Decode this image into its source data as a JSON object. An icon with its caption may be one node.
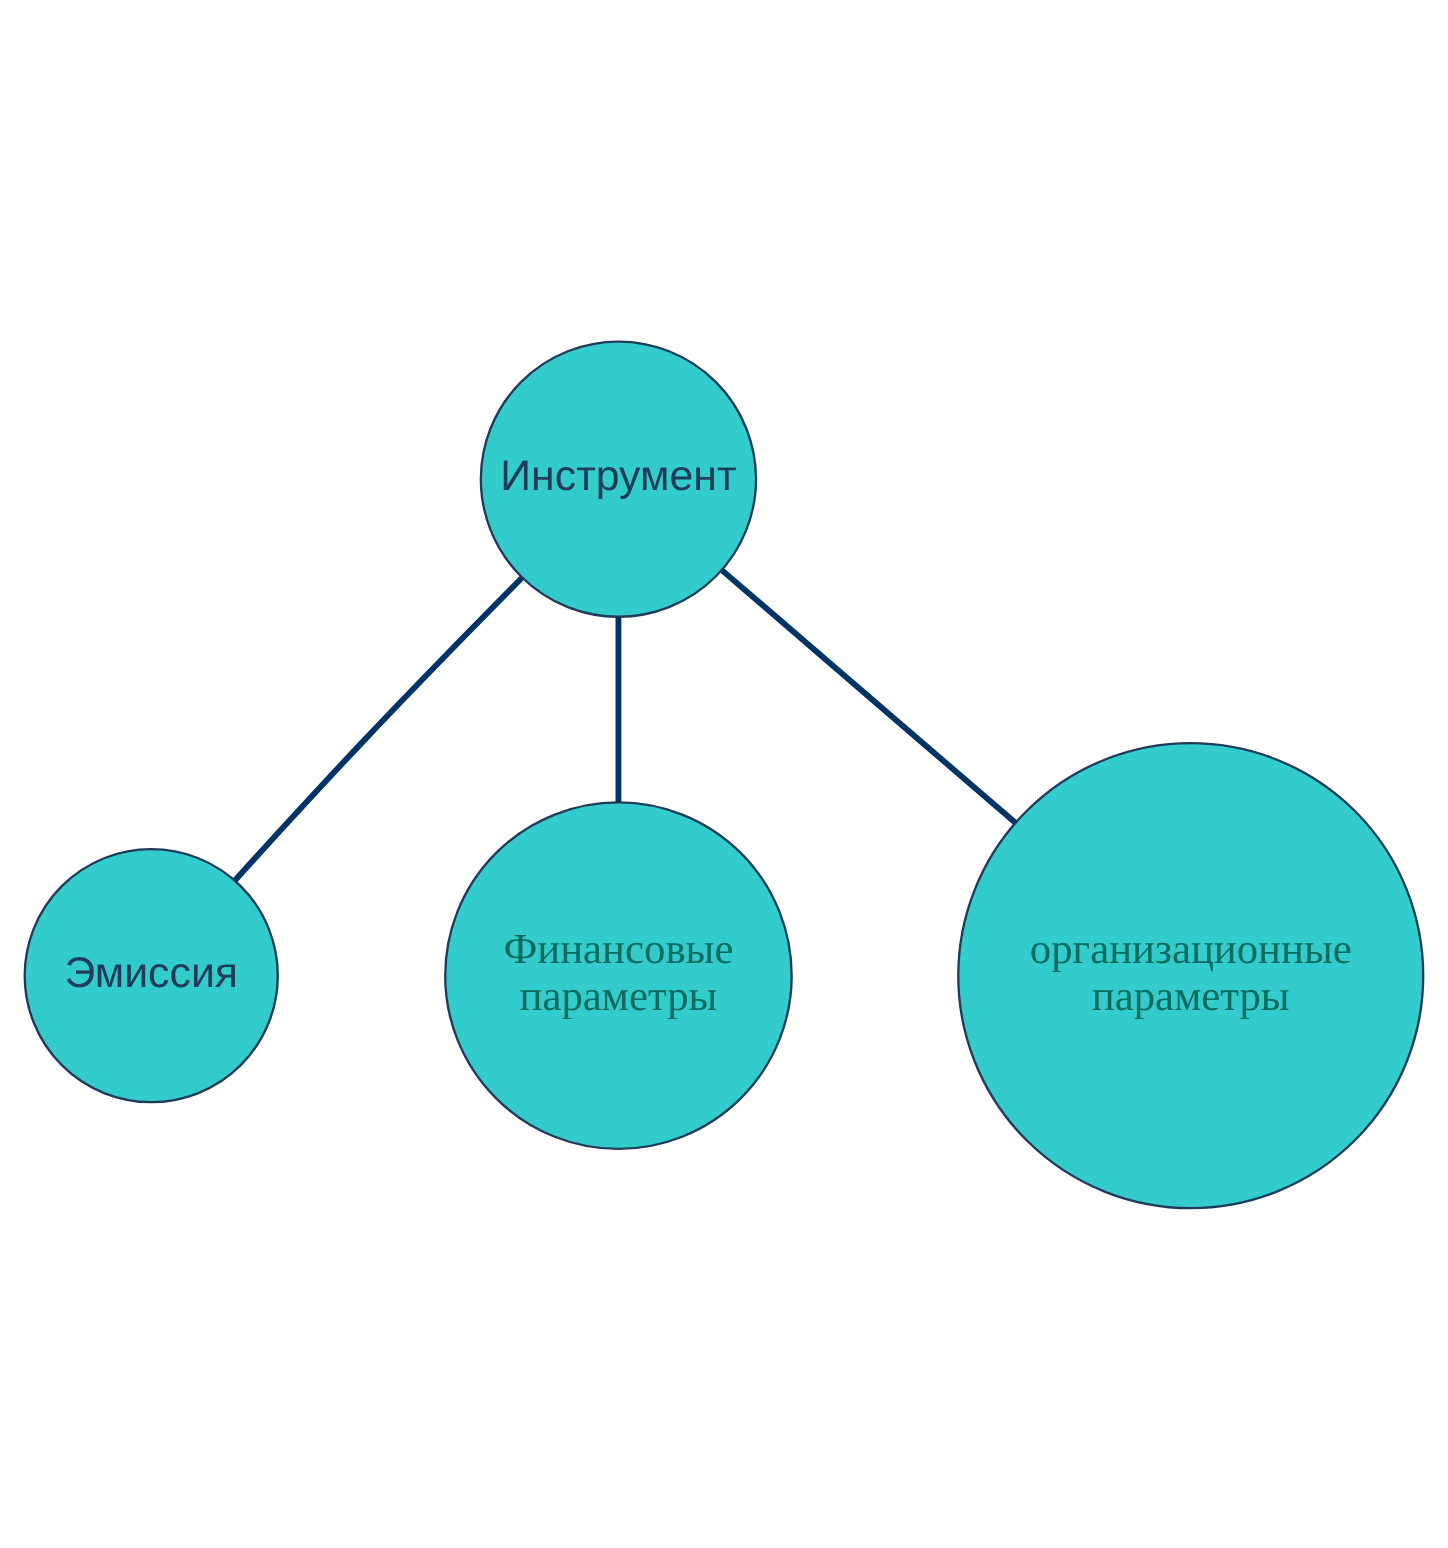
{
  "diagram": {
    "nodes": [
      {
        "text": [
          "Эмиссия"
        ]
      },
      {
        "text": [
          "Инструмент"
        ]
      },
      {
        "text": [
          "Финансовые параметры"
        ]
      },
      {
        "text": [
          "организационные параметры"
        ]
      }
    ],
    "edges": [
      {
        "from": 1,
        "to": 0,
        "arrow": "none"
      },
      {
        "from": 1,
        "to": 2,
        "arrow": "none"
      },
      {
        "from": 1,
        "to": 3,
        "arrow": "none"
      }
    ]
  }
}
